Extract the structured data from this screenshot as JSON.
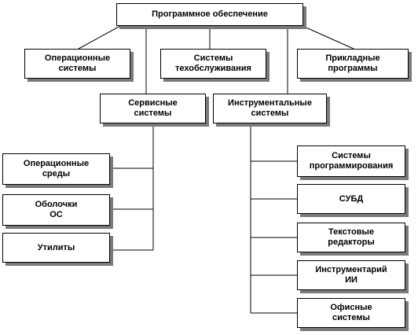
{
  "root": {
    "label": "Программное обеспечение"
  },
  "level1": {
    "os": "Операционные\nсистемы",
    "maintenance": "Системы\nтехобслуживания",
    "applied": "Прикладные\nпрограммы",
    "service": "Сервисные\nсистемы",
    "instrumental": "Инструментальные\nсистемы"
  },
  "service_items": [
    "Операционные\nсреды",
    "Оболочки\nОС",
    "Утилиты"
  ],
  "instrumental_items": [
    "Системы\nпрограммирования",
    "СУБД",
    "Текстовые\nредакторы",
    "Инструментарий\nИИ",
    "Офисные\nсистемы"
  ]
}
